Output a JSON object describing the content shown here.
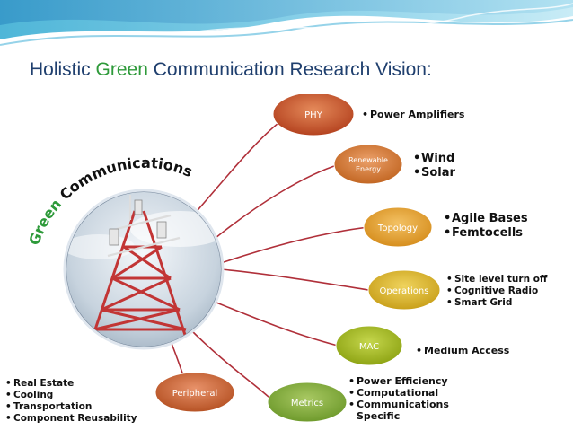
{
  "title": {
    "prefix": "Holistic ",
    "highlight": "Green",
    "suffix": " Communication Research Vision:"
  },
  "center": {
    "arc_text_green": "Green",
    "arc_text_rest": " Communications"
  },
  "nodes": {
    "phy": {
      "label": "PHY"
    },
    "renewable": {
      "label_line1": "Renewable",
      "label_line2": "Energy"
    },
    "topology": {
      "label": "Topology"
    },
    "operations": {
      "label": "Operations"
    },
    "mac": {
      "label": "MAC"
    },
    "metrics": {
      "label": "Metrics"
    },
    "peripheral": {
      "label": "Peripheral"
    }
  },
  "bullets": {
    "phy": [
      "Power Amplifiers"
    ],
    "renewable": [
      "Wind",
      "Solar"
    ],
    "topology": [
      "Agile Bases",
      "Femtocells"
    ],
    "operations": [
      "Site level turn off",
      "Cognitive Radio",
      "Smart Grid"
    ],
    "mac": [
      "Medium Access"
    ],
    "metrics": [
      "Power Efficiency",
      "Computational",
      "Communications",
      "Specific"
    ],
    "peripheral": [
      "Real Estate",
      "Cooling",
      "Transportation",
      "Component Reusability"
    ]
  },
  "colors": {
    "title": "#1f3f6e",
    "green": "#2e9a3a",
    "phy": "#c4542c",
    "renewable": "#d07a2c",
    "topology": "#e0a22a",
    "operations": "#d9b126",
    "mac": "#9fb51c",
    "metrics": "#7ea83a",
    "peripheral": "#c8622a",
    "connector": "#b0303a"
  }
}
